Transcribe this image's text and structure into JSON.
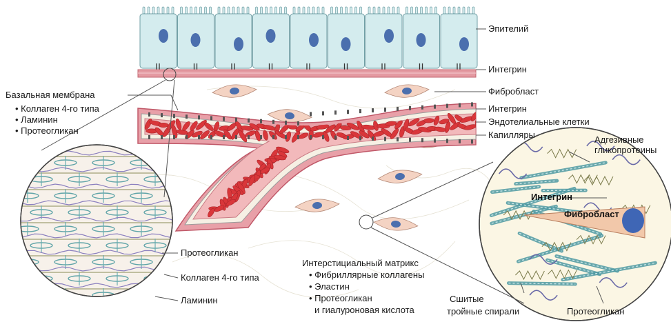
{
  "labels": {
    "epithelium": "Эпителий",
    "integrin_top": "Интегрин",
    "fibroblast": "Фибробласт",
    "integrin_mid": "Интегрин",
    "endothelial": "Эндотелиальные клетки",
    "capillaries": "Капилляры",
    "basal_membrane": {
      "title": "Базальная мембрана",
      "items": [
        "• Коллаген 4-го типа",
        "• Ламинин",
        "• Протеогликан"
      ]
    },
    "left_circle": {
      "proteoglycan": "Протеогликан",
      "collagen4": "Коллаген 4-го типа",
      "laminin": "Ламинин"
    },
    "interstitial": {
      "title": "Интерстициальный матрикс",
      "items": [
        "• Фибриллярные коллагены",
        "• Эластин",
        "• Протеогликан",
        "и гиалуроновая кислота"
      ]
    },
    "right_circle": {
      "adhesive": [
        "Адгезивные",
        "гликопротеины"
      ],
      "integrin": "Интегрин",
      "fibroblast": "Фибробласт",
      "crosslinked": [
        "Сшитые",
        "тройные спирали"
      ],
      "proteoglycan": "Протеогликан"
    }
  },
  "colors": {
    "epithelial_cell": "#d4ecee",
    "nucleus": "#4b6fae",
    "membrane": "#e49aa2",
    "vessel_wall": "#e8a0a8",
    "blood": "#f2b9bb",
    "rbc": "#d9363a",
    "fibroblast_cell": "#f4d3c3"
  }
}
